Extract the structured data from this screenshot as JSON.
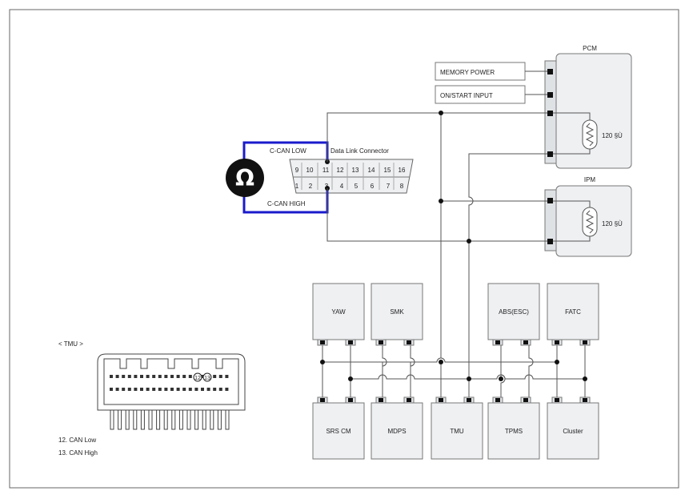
{
  "dlc": {
    "title": "Data Link Connector",
    "top_pins": [
      "9",
      "10",
      "11",
      "12",
      "13",
      "14",
      "15",
      "16"
    ],
    "bottom_pins": [
      "1",
      "2",
      "3",
      "4",
      "5",
      "6",
      "7",
      "8"
    ],
    "ohm_symbol": "Ω",
    "can_low_label": "C-CAN LOW",
    "can_high_label": "C-CAN HIGH"
  },
  "pcm": {
    "title": "PCM",
    "memory_power": "MEMORY POWER",
    "on_start_input": "ON/START INPUT",
    "resistor_value": "120  §Ù"
  },
  "ipm": {
    "title": "IPM",
    "resistor_value": "120  §Ù"
  },
  "modules_top": [
    "YAW",
    "SMK",
    "ABS(ESC)",
    "FATC"
  ],
  "modules_bottom": [
    "SRS CM",
    "MDPS",
    "TMU",
    "TPMS",
    "Cluster"
  ],
  "tmu_connector": {
    "title": "< TMU   >",
    "pin_labels": [
      "12",
      "13"
    ],
    "legend": [
      "12. CAN Low",
      "13. CAN High"
    ]
  },
  "colors": {
    "highlight": "#1a1acc",
    "module_fill": "#eef0f2"
  }
}
